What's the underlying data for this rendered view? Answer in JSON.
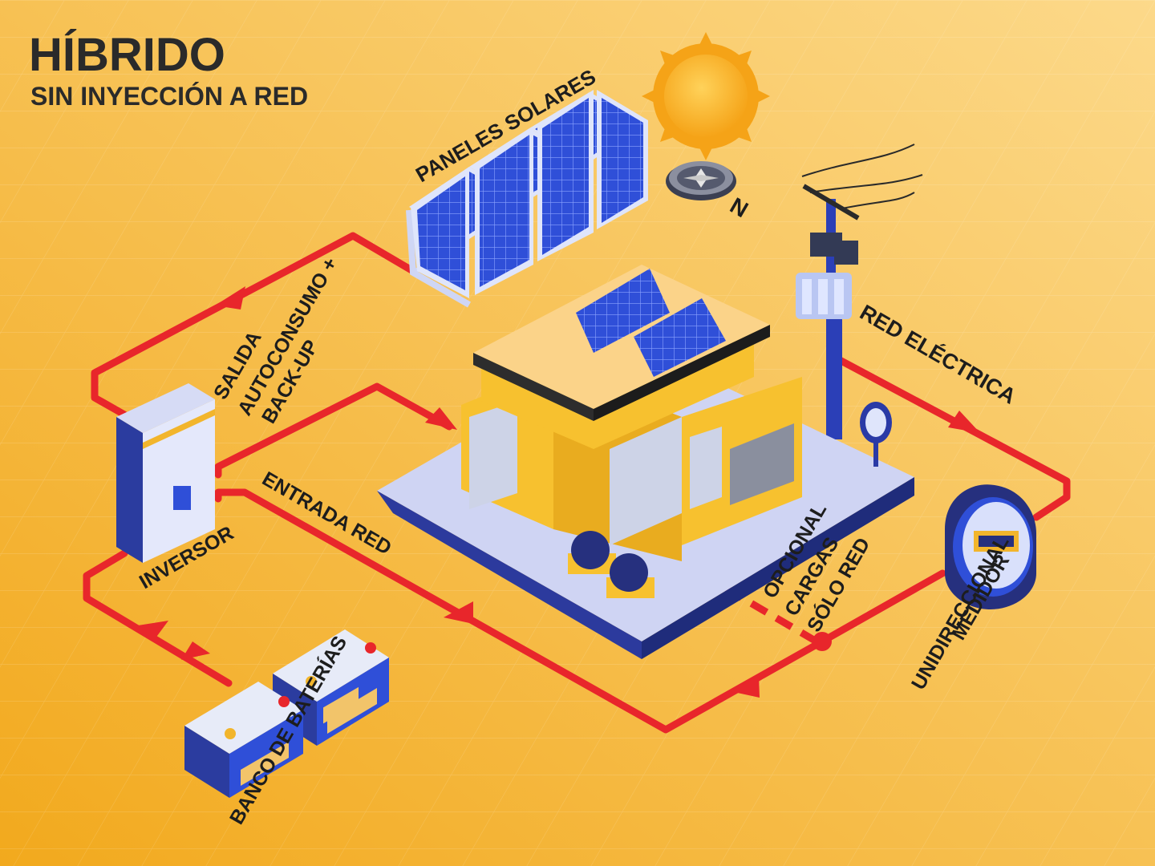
{
  "header": {
    "title": "HÍBRIDO",
    "subtitle": "SIN INYECCIÓN A RED"
  },
  "labels": {
    "paneles": "PANELES SOLARES",
    "salida_1": "SALIDA",
    "salida_2": "AUTOCONSUMO +",
    "salida_3": "BACK-UP",
    "inversor": "INVERSOR",
    "entrada_red": "ENTRADA RED",
    "red_electrica": "RED ELÉCTRICA",
    "opcional_1": "OPCIONAL",
    "opcional_2": "CARGAS",
    "opcional_3": "SÓLO RED",
    "medidor_1": "MEDIDOR",
    "medidor_2": "UNIDIRECCIONAL",
    "banco": "BANCO DE BATERÍAS",
    "compass_n": "N"
  },
  "colors": {
    "background": "#f5b63a",
    "flow_line": "#e8262b",
    "panel_blue": "#2f4fd8",
    "house_yellow": "#f7c12f",
    "base_platform": "#c9d0f2",
    "dark_navy": "#26307e"
  }
}
